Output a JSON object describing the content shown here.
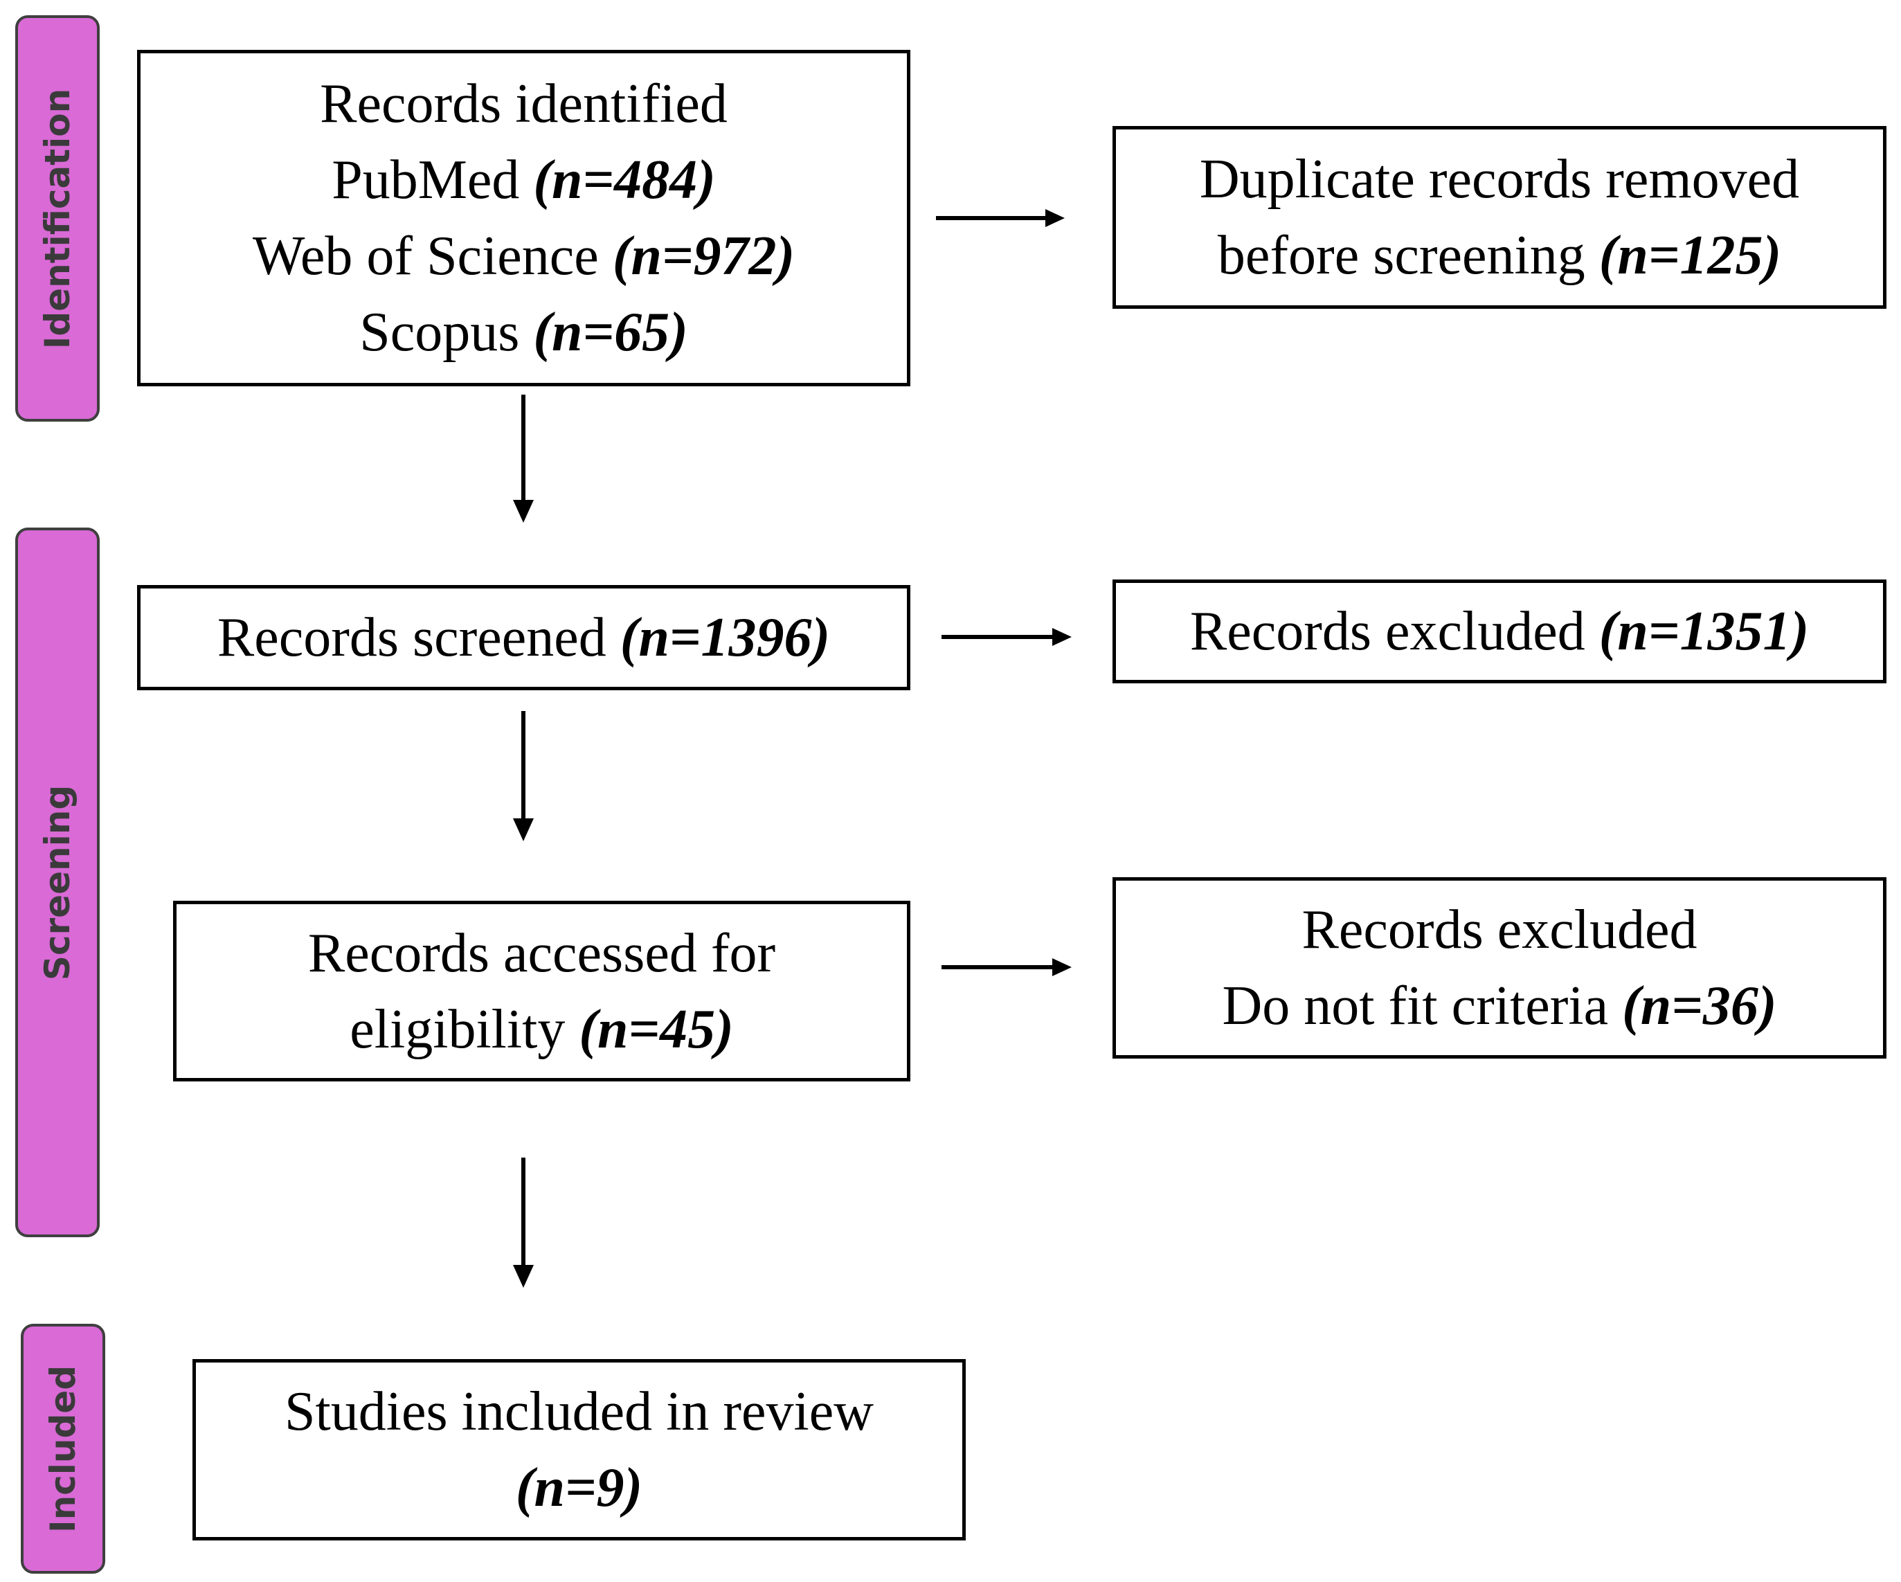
{
  "phases": {
    "identification": "Identification",
    "screening": "Screening",
    "included": "Included"
  },
  "boxes": {
    "identified": {
      "title": "Records identified",
      "sources": [
        {
          "label": "PubMed ",
          "count": "(n=484)"
        },
        {
          "label": "Web of Science ",
          "count": "(n=972)"
        },
        {
          "label": "Scopus ",
          "count": "(n=65)"
        }
      ]
    },
    "duplicates": {
      "line1": "Duplicate records removed",
      "line2": "before screening ",
      "count": "(n=125)"
    },
    "screened": {
      "label": "Records screened ",
      "count": "(n=1396)"
    },
    "excluded_screening": {
      "label": "Records excluded ",
      "count": "(n=1351)"
    },
    "eligibility": {
      "line1": "Records accessed for",
      "line2": "eligibility ",
      "count": "(n=45)"
    },
    "excluded_eligibility": {
      "line1": "Records excluded",
      "line2": "Do not fit criteria ",
      "count": "(n=36)"
    },
    "included": {
      "line1": "Studies included in review",
      "count": "(n=9)"
    }
  },
  "colors": {
    "phase_fill": "#d96ad6",
    "phase_border": "#3f3f3f",
    "box_border": "#000000",
    "arrow": "#000000"
  }
}
